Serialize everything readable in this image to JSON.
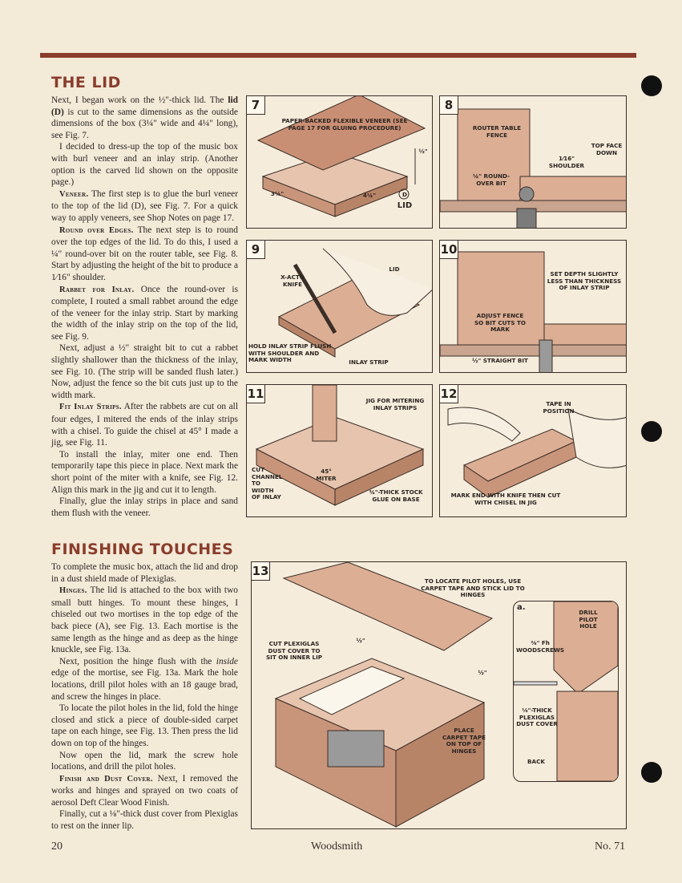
{
  "sections": {
    "lid": {
      "heading": "THE LID",
      "p1_a": "Next, I began work on the ½\"-thick lid. The ",
      "p1_bold": "lid (D)",
      "p1_b": " is cut to the same dimensions as the outside dimensions of the box (3¼\" wide and 4¼\" long), see Fig. 7.",
      "p2": "I decided to dress-up the top of the music box with burl veneer and an inlay strip. (Another option is the carved lid shown on the opposite page.)",
      "p3_head": "Veneer.",
      "p3": " The first step is to glue the burl veneer to the top of the lid (D), see Fig. 7. For a quick way to apply veneers, see Shop Notes on page 17.",
      "p4_head": "Round over Edges.",
      "p4": " The next step is to round over the top edges of the lid. To do this, I used a ¼\" round-over bit on the router table, see Fig. 8. Start by adjusting the height of the bit to produce a 1⁄16\" shoulder.",
      "p5_head": "Rabbet for Inlay.",
      "p5": " Once the round-over is complete, I routed a small rabbet around the edge of the veneer for the inlay strip. Start by marking the width of the inlay strip on the top of the lid, see Fig. 9.",
      "p6": "Next, adjust a ½\" straight bit to cut a rabbet slightly shallower than the thickness of the inlay, see Fig. 10. (The strip will be sanded flush later.) Now, adjust the fence so the bit cuts just up to the width mark.",
      "p7_head": "Fit Inlay Strips.",
      "p7": " After the rabbets are cut on all four edges, I mitered the ends of the inlay strips with a chisel. To guide the chisel at 45° I made a jig, see Fig. 11.",
      "p8": "To install the inlay, miter one end. Then temporarily tape this piece in place. Next mark the short point of the miter with a knife, see Fig. 12. Align this mark in the jig and cut it to length.",
      "p9": "Finally, glue the inlay strips in place and sand them flush with the veneer."
    },
    "finishing": {
      "heading": "FINISHING TOUCHES",
      "p1": "To complete the music box, attach the lid and drop in a dust shield made of Plexiglas.",
      "p2_head": "Hinges.",
      "p2": " The lid is attached to the box with two small butt hinges. To mount these hinges, I chiseled out two mortises in the top edge of the back piece (A), see Fig. 13. Each mortise is the same length as the hinge and as deep as the hinge knuckle, see Fig. 13a.",
      "p3_a": "Next, position the hinge flush with the ",
      "p3_em": "inside",
      "p3_b": " edge of the mortise, see Fig. 13a. Mark the hole locations, drill pilot holes with an 18 gauge brad, and screw the hinges in place.",
      "p4": "To locate the pilot holes in the lid, fold the hinge closed and stick a piece of double-sided carpet tape on each hinge, see Fig. 13. Then press the lid down on top of the hinges.",
      "p5": "Now open the lid, mark the screw hole locations, and drill the pilot holes.",
      "p6_head": "Finish and Dust Cover.",
      "p6": " Next, I removed the works and hinges and sprayed on two coats of aerosol Deft Clear Wood Finish.",
      "p7": "Finally, cut a ⅛\"-thick dust cover from Plexiglas to rest on the inner lip."
    }
  },
  "figures": {
    "f7": {
      "num": "7",
      "l1": "PAPER-BACKED FLEXIBLE VENEER (SEE PAGE 17 FOR GLUING PROCEDURE)",
      "l2": "½\"",
      "l3": "3¼\"",
      "l4": "4¼\"",
      "l5": "D",
      "l6": "LID"
    },
    "f8": {
      "num": "8",
      "l1": "ROUTER TABLE FENCE",
      "l2": "TOP FACE DOWN",
      "l3": "1⁄16\" SHOULDER",
      "l4": "¼\" ROUND-OVER BIT"
    },
    "f9": {
      "num": "9",
      "l1": "X-ACTO KNIFE",
      "l2": "LID",
      "l3": "HOLD INLAY STRIP FLUSH WITH SHOULDER AND MARK WIDTH",
      "l4": "INLAY STRIP"
    },
    "f10": {
      "num": "10",
      "l1": "SET DEPTH SLIGHTLY LESS THAN THICKNESS OF INLAY STRIP",
      "l2": "ADJUST FENCE SO BIT CUTS TO MARK",
      "l3": "½\" STRAIGHT BIT"
    },
    "f11": {
      "num": "11",
      "l1": "JIG FOR MITERING INLAY STRIPS",
      "l2": "CUT CHANNEL TO WIDTH OF INLAY",
      "l3": "45° MITER",
      "l4": "¾\"-THICK STOCK GLUE ON BASE"
    },
    "f12": {
      "num": "12",
      "l1": "TAPE IN POSITION",
      "l2": "MARK END WITH KNIFE THEN CUT WITH CHISEL IN JIG"
    },
    "f13": {
      "num": "13",
      "l1": "TO LOCATE PILOT HOLES, USE CARPET TAPE AND STICK LID TO HINGES",
      "l2": "CUT PLEXIGLAS DUST COVER TO SIT ON INNER LIP",
      "l3": "½\"",
      "l4": "½\"",
      "l5": "PLACE CARPET TAPE ON TOP OF HINGES",
      "sub": {
        "letter": "a.",
        "l1": "DRILL PILOT HOLE",
        "l2": "⅜\" Fh WOODSCREWS",
        "l3": "⅛\"-THICK PLEXIGLAS DUST COVER",
        "l4": "BACK"
      }
    }
  },
  "footer": {
    "page": "20",
    "magazine": "Woodsmith",
    "issue": "No. 71"
  },
  "colors": {
    "accent": "#8a3d2c",
    "wood": "#dcae94",
    "paper": "#f3ead8"
  }
}
